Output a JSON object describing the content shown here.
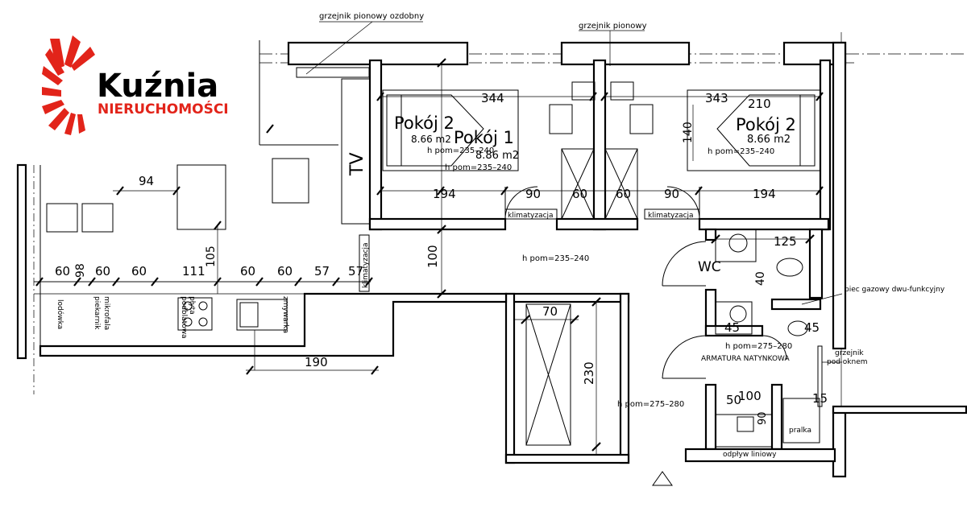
{
  "logo": {
    "name": "Kuźnia",
    "sub": "NIERUCHOMOŚCI",
    "brand_red": "#e2241a",
    "brand_dark": "#1f1f1f"
  },
  "annotations": {
    "radiator_decorative": "grzejnik pionowy ozdobny",
    "radiator_vertical": "grzejnik pionowy",
    "tv": "TV",
    "aircon_1": "klimatyzacja",
    "aircon_2": "klimatyzacja",
    "aircon_3": "klimatyzacja",
    "gas_boiler": "piec gazowy dwu-funkcyjny",
    "radiator_window_1": "grzejnik",
    "radiator_window_2": "pod oknem",
    "fittings": "ARMATURA NATYNKOWA",
    "drain": "odpływ liniowy",
    "washer": "pralka",
    "wc": "WC"
  },
  "rooms": {
    "room2_left_name": "Pokój 2",
    "room2_left_area": "8.66 m2",
    "room2_left_height": "h pom=235–240",
    "room1_name": "Pokój 1",
    "room1_area": "8.86 m2",
    "room1_height": "h pom=235–240",
    "room2_right_name": "Pokój 2",
    "room2_right_area": "8.66 m2",
    "room2_right_height": "h pom=235–240",
    "hall_height": "h pom=235–240",
    "lower_height": "h pom=275–280",
    "bath_height": "h pom=275–280"
  },
  "appliances": {
    "fridge": "lodówka",
    "microwave_1": "mikrofala",
    "microwave_2": "piekarnik",
    "hob_1": "płyta",
    "hob_2": "podblatowa",
    "dishwasher": "zmywarka"
  },
  "dims": {
    "d94": "94",
    "d344": "344",
    "d343": "343",
    "d210": "210",
    "d140": "140",
    "d194a": "194",
    "d90a": "90",
    "d60a": "60",
    "d60b": "60",
    "d90b": "90",
    "d194b": "194",
    "d125": "125",
    "d40": "40",
    "d100": "100",
    "k60a": "60",
    "k98": "98",
    "k60b": "60",
    "k60c": "60",
    "k111": "111",
    "k105": "105",
    "k60d": "60",
    "k60e": "60",
    "k57a": "57",
    "k57b": "57",
    "d190": "190",
    "d70": "70",
    "d230": "230",
    "d45a": "45",
    "d45b": "45",
    "d50": "50",
    "d100b": "100",
    "d15": "15",
    "d90c": "90"
  }
}
